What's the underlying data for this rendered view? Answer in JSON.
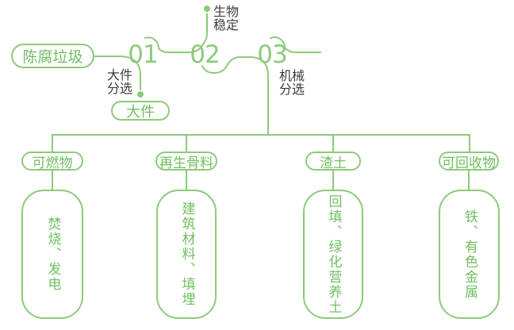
{
  "palette": {
    "line_green": "#8dca7c",
    "text_green": "#6fbf5f",
    "dark_text": "#3c3c3c",
    "background": "#ffffff"
  },
  "root": {
    "label": "陈腐垃圾"
  },
  "steps": [
    {
      "number": "01",
      "label": "大件分选",
      "output": "大件"
    },
    {
      "number": "02",
      "label": "生物稳定"
    },
    {
      "number": "03",
      "label": "机械分选"
    }
  ],
  "branches": [
    {
      "category": "可燃物",
      "result": "焚烧、发电"
    },
    {
      "category": "再生骨料",
      "result": "建筑材料、填埋"
    },
    {
      "category": "渣土",
      "result": "回填、绿化营养土"
    },
    {
      "category": "可回收物",
      "result": "铁、有色金属"
    }
  ]
}
